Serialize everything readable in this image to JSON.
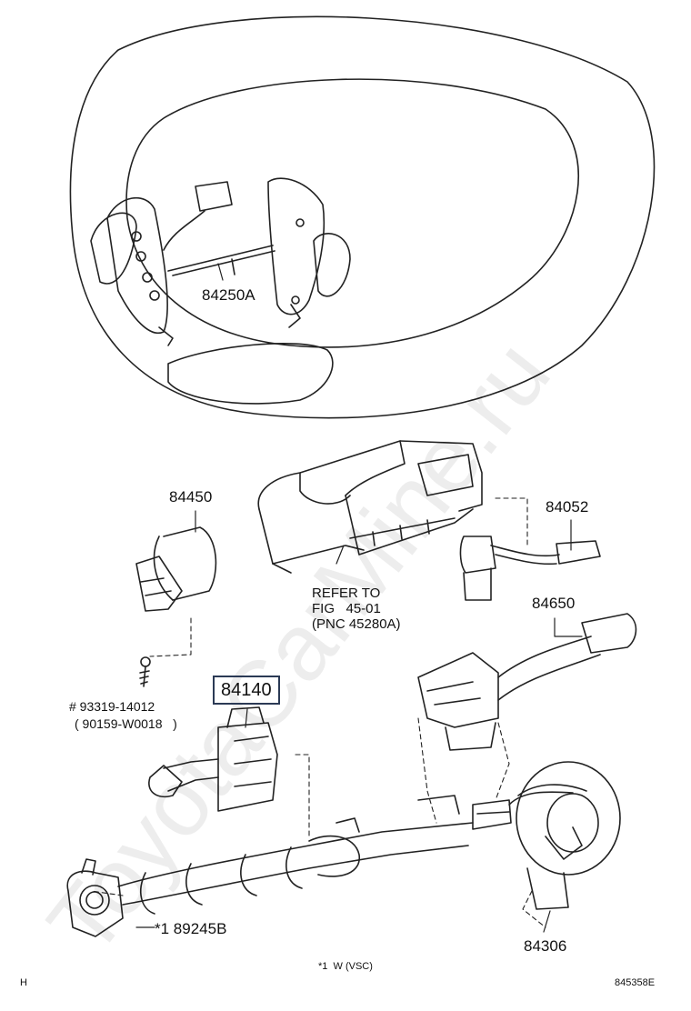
{
  "watermark": "ToyotaCarMine.ru",
  "callouts": {
    "p84250A": "84250A",
    "p84450": "84450",
    "p84052": "84052",
    "refer_line1": "REFER TO",
    "refer_line2": "FIG   45-01",
    "refer_line3": "(PNC 45280A)",
    "p84650": "84650",
    "p93319": "# 93319-14012",
    "p90159": "( 90159-W0018   )",
    "p84140": "84140",
    "p89245B": "*1 89245B",
    "p84306": "84306",
    "footnote": "*1  W (VSC)",
    "corner_left": "H",
    "corner_right": "845358E"
  }
}
